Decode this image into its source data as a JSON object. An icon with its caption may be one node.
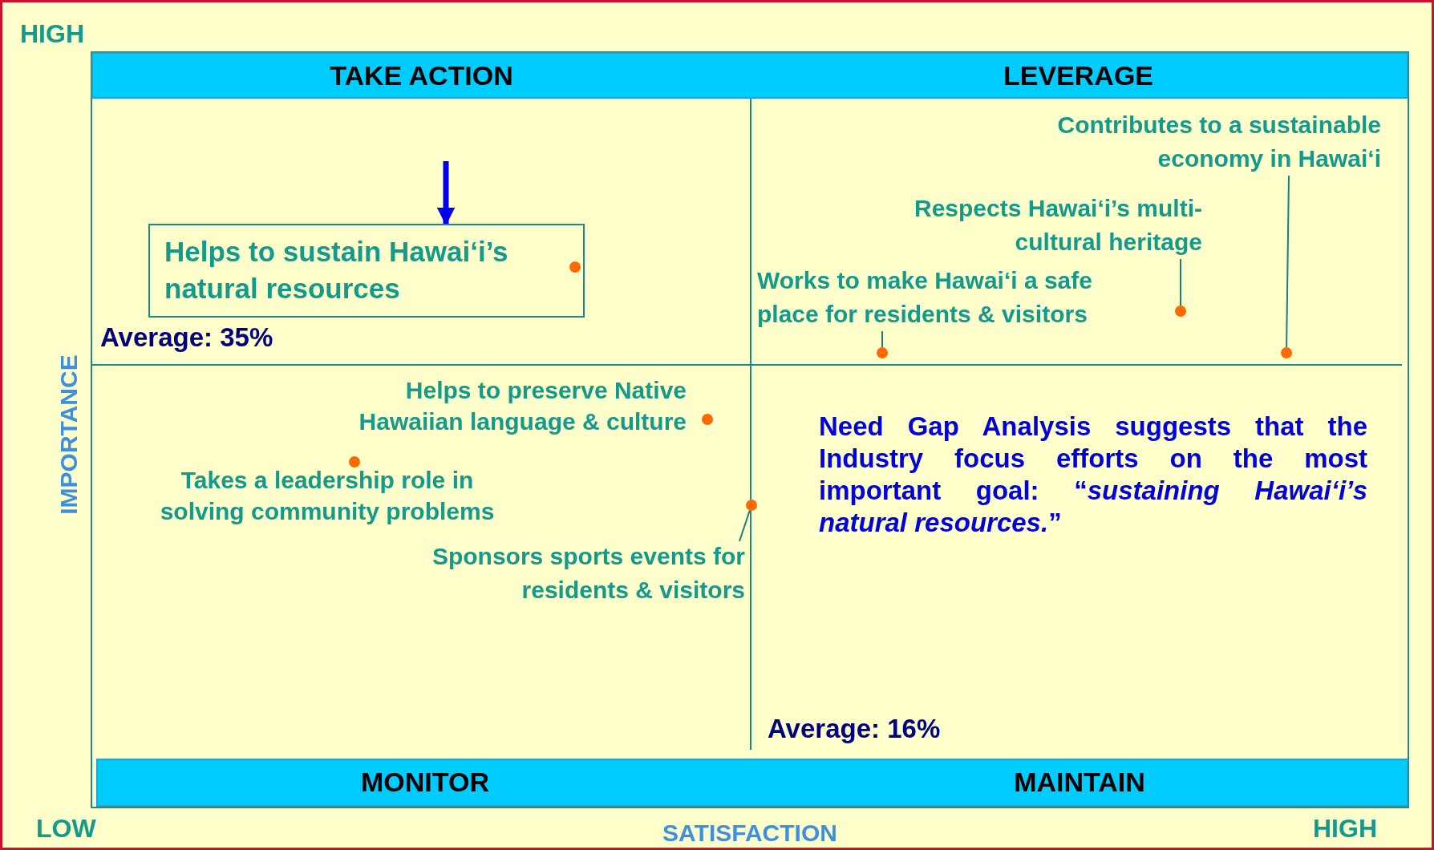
{
  "diagram": {
    "nodes": [
      {
        "text": [
          "TAKE ACTION",
          "LEVERAGE"
        ]
      },
      {
        "text": [
          "Helps to sustain Hawai‘i’s natural resources"
        ]
      },
      {
        "text": [
          "Contributes to a sustainable economy in Hawai‘i"
        ]
      },
      {
        "text": [],
        "shape": "circle"
      },
      {
        "text": [
          "Respects Hawai‘i’s multi-cultural heritage"
        ]
      },
      {
        "text": [],
        "shape": "circle"
      },
      {
        "text": [
          "Works to make Hawai‘i a safe place for residents & visitors"
        ]
      },
      {
        "text": [],
        "shape": "circle"
      },
      {
        "text": [
          "Sponsors sports events for residents & visitors"
        ]
      },
      {
        "text": [],
        "shape": "circle"
      },
      {
        "text": [
          "MONITOR",
          "MAINTAIN"
        ]
      }
    ],
    "edges": [
      {
        "from": null,
        "to": 1,
        "arrow": "to",
        "color": "#0000ee",
        "style": "thick"
      },
      {
        "from": 2,
        "to": 3,
        "arrow": "none"
      },
      {
        "from": 4,
        "to": 5,
        "arrow": "none"
      },
      {
        "from": 6,
        "to": 7,
        "arrow": "none"
      },
      {
        "from": 8,
        "to": 9,
        "arrow": "none"
      }
    ],
    "labels": [
      "HIGH",
      "Average: 35%",
      "IMPORTANCE",
      "Helps to preserve Native Hawaiian language & culture",
      "Takes a leadership role in solving community problems",
      "Need Gap Analysis suggests that the Industry focus efforts on the most important goal: “*sustaining Hawai‘i’s natural resources.*”",
      "Average: 16%",
      "LOW",
      "SATISFACTION",
      "HIGH"
    ]
  }
}
